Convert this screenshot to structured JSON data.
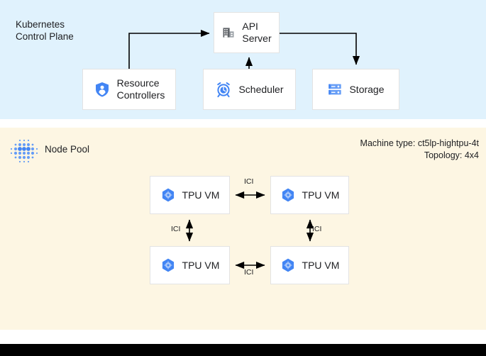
{
  "control_plane": {
    "title": "Kubernetes\nControl Plane",
    "background_color": "#e0f2fd",
    "nodes": [
      {
        "id": "api-server",
        "label": "API\nServer",
        "icon": "building-icon"
      },
      {
        "id": "resource-controllers",
        "label": "Resource\nControllers",
        "icon": "shield-user-icon"
      },
      {
        "id": "scheduler",
        "label": "Scheduler",
        "icon": "alarm-clock-icon"
      },
      {
        "id": "storage",
        "label": "Storage",
        "icon": "server-rack-icon"
      }
    ],
    "connections": [
      {
        "from": "resource-controllers",
        "to": "api-server",
        "direction": "one-way"
      },
      {
        "from": "scheduler",
        "to": "api-server",
        "direction": "one-way"
      },
      {
        "from": "api-server",
        "to": "storage",
        "direction": "one-way"
      }
    ]
  },
  "node_pool": {
    "title": "Node Pool",
    "icon": "dot-grid-icon",
    "background_color": "#fdf6e3",
    "machine_type_line": "Machine type: ct5lp-hightpu-4t",
    "topology_line": "Topology: 4x4",
    "meta": "Machine type: ct5lp-hightpu-4t\nTopology: 4x4",
    "vms": [
      {
        "id": "tpu-vm-top-left",
        "label": "TPU VM",
        "icon": "tpu-chip-icon"
      },
      {
        "id": "tpu-vm-top-right",
        "label": "TPU VM",
        "icon": "tpu-chip-icon"
      },
      {
        "id": "tpu-vm-bottom-left",
        "label": "TPU VM",
        "icon": "tpu-chip-icon"
      },
      {
        "id": "tpu-vm-bottom-right",
        "label": "TPU VM",
        "icon": "tpu-chip-icon"
      }
    ],
    "links": [
      {
        "id": "ici-top",
        "label": "ICI",
        "between": [
          "tpu-vm-top-left",
          "tpu-vm-top-right"
        ],
        "direction": "bidirectional"
      },
      {
        "id": "ici-bottom",
        "label": "ICI",
        "between": [
          "tpu-vm-bottom-left",
          "tpu-vm-bottom-right"
        ],
        "direction": "bidirectional"
      },
      {
        "id": "ici-left",
        "label": "ICI",
        "between": [
          "tpu-vm-top-left",
          "tpu-vm-bottom-left"
        ],
        "direction": "bidirectional"
      },
      {
        "id": "ici-right",
        "label": "ICI",
        "between": [
          "tpu-vm-top-right",
          "tpu-vm-bottom-right"
        ],
        "direction": "bidirectional"
      }
    ]
  },
  "colors": {
    "control_plane_bg": "#e0f2fd",
    "node_pool_bg": "#fdf6e3",
    "box_bg": "#ffffff",
    "box_border": "#e3e3e3",
    "accent_blue": "#4285f4",
    "icon_gray": "#5f6368",
    "text": "#202124",
    "connector": "#000000",
    "bottom_bar": "#000000"
  }
}
